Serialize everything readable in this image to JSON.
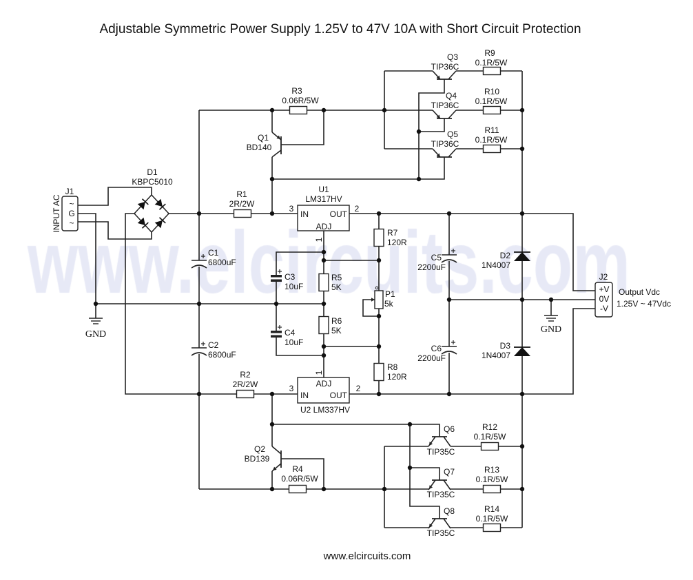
{
  "title": "Adjustable Symmetric Power Supply 1.25V to 47V 10A with Short Circuit Protection",
  "footer": "www.elcircuits.com",
  "watermark": "www.elcircuits.com",
  "gnd_label": "GND",
  "components": {
    "J1": {
      "ref": "J1",
      "label": "INPUT AC",
      "pins": [
        "~",
        "G",
        "~"
      ]
    },
    "D1": {
      "ref": "D1",
      "value": "KBPC5010"
    },
    "R1": {
      "ref": "R1",
      "value": "2R/2W"
    },
    "R2": {
      "ref": "R2",
      "value": "2R/2W"
    },
    "R3": {
      "ref": "R3",
      "value": "0.06R/5W"
    },
    "R4": {
      "ref": "R4",
      "value": "0.06R/5W"
    },
    "Q1": {
      "ref": "Q1",
      "value": "BD140"
    },
    "Q2": {
      "ref": "Q2",
      "value": "BD139"
    },
    "Q3": {
      "ref": "Q3",
      "value": "TIP36C"
    },
    "Q4": {
      "ref": "Q4",
      "value": "TIP36C"
    },
    "Q5": {
      "ref": "Q5",
      "value": "TIP36C"
    },
    "Q6": {
      "ref": "Q6",
      "value": "TIP35C"
    },
    "Q7": {
      "ref": "Q7",
      "value": "TIP35C"
    },
    "Q8": {
      "ref": "Q8",
      "value": "TIP35C"
    },
    "R9": {
      "ref": "R9",
      "value": "0.1R/5W"
    },
    "R10": {
      "ref": "R10",
      "value": "0.1R/5W"
    },
    "R11": {
      "ref": "R11",
      "value": "0.1R/5W"
    },
    "R12": {
      "ref": "R12",
      "value": "0.1R/5W"
    },
    "R13": {
      "ref": "R13",
      "value": "0.1R/5W"
    },
    "R14": {
      "ref": "R14",
      "value": "0.1R/5W"
    },
    "U1": {
      "ref": "U1",
      "value": "LM317HV",
      "in": "IN",
      "out": "OUT",
      "adj": "ADJ",
      "pin_in": "3",
      "pin_out": "2",
      "pin_adj": "1"
    },
    "U2": {
      "ref": "U2 LM337HV",
      "in": "IN",
      "out": "OUT",
      "adj": "ADJ",
      "pin_in": "3",
      "pin_out": "2",
      "pin_adj": "1"
    },
    "C1": {
      "ref": "C1",
      "value": "6800uF"
    },
    "C2": {
      "ref": "C2",
      "value": "6800uF"
    },
    "C3": {
      "ref": "C3",
      "value": "10uF"
    },
    "C4": {
      "ref": "C4",
      "value": "10uF"
    },
    "C5": {
      "ref": "C5",
      "value": "2200uF"
    },
    "C6": {
      "ref": "C6",
      "value": "2200uF"
    },
    "R5": {
      "ref": "R5",
      "value": "5K"
    },
    "R6": {
      "ref": "R6",
      "value": "5K"
    },
    "R7": {
      "ref": "R7",
      "value": "120R"
    },
    "R8": {
      "ref": "R8",
      "value": "120R"
    },
    "P1": {
      "ref": "P1",
      "value": "5k"
    },
    "D2": {
      "ref": "D2",
      "value": "1N4007"
    },
    "D3": {
      "ref": "D3",
      "value": "1N4007"
    },
    "J2": {
      "ref": "J2",
      "pins": [
        "+V",
        "0V",
        "-V"
      ],
      "label": "Output Vdc",
      "range": "1.25V ~ 47Vdc"
    }
  }
}
